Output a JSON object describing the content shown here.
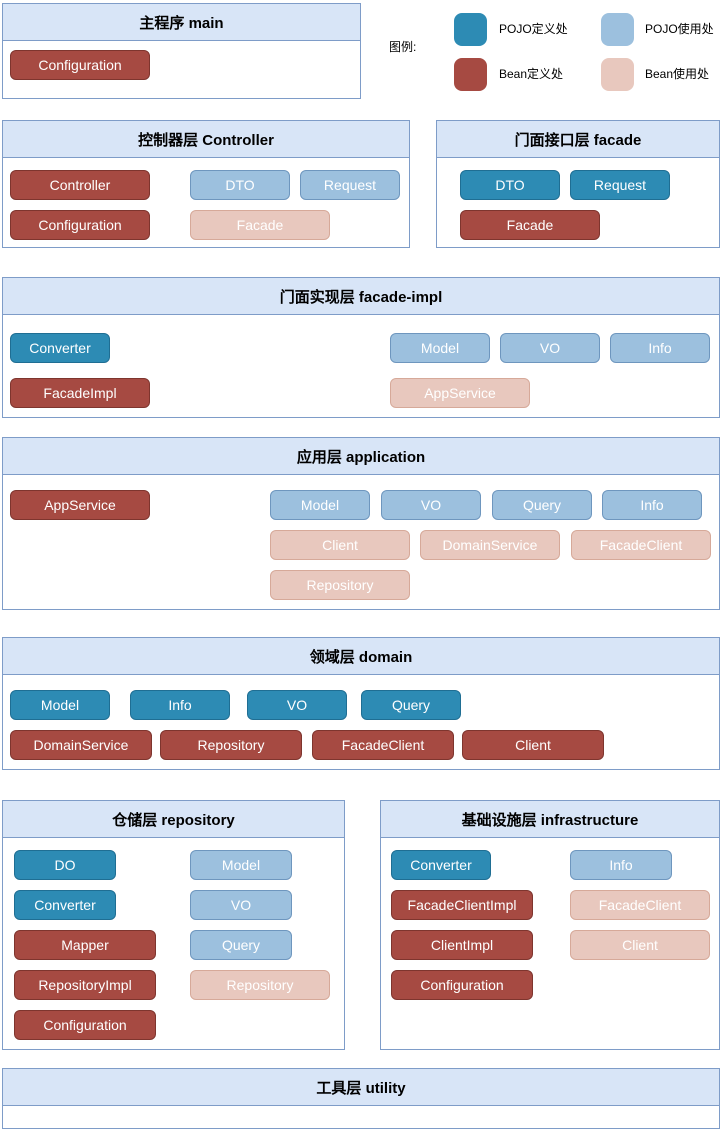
{
  "legend": {
    "label": "图例:",
    "items": [
      {
        "label": "POJO定义处",
        "type": "pojo-def",
        "color": "#2D8BB4"
      },
      {
        "label": "POJO使用处",
        "type": "pojo-use",
        "color": "#9CC0DE"
      },
      {
        "label": "Bean定义处",
        "type": "bean-def",
        "color": "#A64A42"
      },
      {
        "label": "Bean使用处",
        "type": "bean-use",
        "color": "#E8C8BE"
      }
    ]
  },
  "colors": {
    "header_bg": "#D8E5F7",
    "box_border": "#7E9CC8",
    "pojo_def": "#2D8BB4",
    "pojo_use": "#9CC0DE",
    "bean_def": "#A64A42",
    "bean_use": "#E8C8BE"
  },
  "layers": [
    {
      "id": "main",
      "title": "主程序 main",
      "chips": [
        {
          "label": "Configuration",
          "type": "bean-def"
        }
      ]
    },
    {
      "id": "controller",
      "title": "控制器层 Controller",
      "chips": [
        {
          "label": "Controller",
          "type": "bean-def"
        },
        {
          "label": "DTO",
          "type": "pojo-use"
        },
        {
          "label": "Request",
          "type": "pojo-use"
        },
        {
          "label": "Configuration",
          "type": "bean-def"
        },
        {
          "label": "Facade",
          "type": "bean-use"
        }
      ]
    },
    {
      "id": "facade",
      "title": "门面接口层 facade",
      "chips": [
        {
          "label": "DTO",
          "type": "pojo-def"
        },
        {
          "label": "Request",
          "type": "pojo-def"
        },
        {
          "label": "Facade",
          "type": "bean-def"
        }
      ]
    },
    {
      "id": "facade-impl",
      "title": "门面实现层 facade-impl",
      "chips": [
        {
          "label": "Converter",
          "type": "pojo-def"
        },
        {
          "label": "Model",
          "type": "pojo-use"
        },
        {
          "label": "VO",
          "type": "pojo-use"
        },
        {
          "label": "Info",
          "type": "pojo-use"
        },
        {
          "label": "FacadeImpl",
          "type": "bean-def"
        },
        {
          "label": "AppService",
          "type": "bean-use"
        }
      ]
    },
    {
      "id": "application",
      "title": "应用层 application",
      "chips": [
        {
          "label": "AppService",
          "type": "bean-def"
        },
        {
          "label": "Model",
          "type": "pojo-use"
        },
        {
          "label": "VO",
          "type": "pojo-use"
        },
        {
          "label": "Query",
          "type": "pojo-use"
        },
        {
          "label": "Info",
          "type": "pojo-use"
        },
        {
          "label": "Client",
          "type": "bean-use"
        },
        {
          "label": "DomainService",
          "type": "bean-use"
        },
        {
          "label": "FacadeClient",
          "type": "bean-use"
        },
        {
          "label": "Repository",
          "type": "bean-use"
        }
      ]
    },
    {
      "id": "domain",
      "title": "领域层 domain",
      "chips": [
        {
          "label": "Model",
          "type": "pojo-def"
        },
        {
          "label": "Info",
          "type": "pojo-def"
        },
        {
          "label": "VO",
          "type": "pojo-def"
        },
        {
          "label": "Query",
          "type": "pojo-def"
        },
        {
          "label": "DomainService",
          "type": "bean-def"
        },
        {
          "label": "Repository",
          "type": "bean-def"
        },
        {
          "label": "FacadeClient",
          "type": "bean-def"
        },
        {
          "label": "Client",
          "type": "bean-def"
        }
      ]
    },
    {
      "id": "repository",
      "title": "仓储层 repository",
      "chips": [
        {
          "label": "DO",
          "type": "pojo-def"
        },
        {
          "label": "Converter",
          "type": "pojo-def"
        },
        {
          "label": "Mapper",
          "type": "bean-def"
        },
        {
          "label": "RepositoryImpl",
          "type": "bean-def"
        },
        {
          "label": "Configuration",
          "type": "bean-def"
        },
        {
          "label": "Model",
          "type": "pojo-use"
        },
        {
          "label": "VO",
          "type": "pojo-use"
        },
        {
          "label": "Query",
          "type": "pojo-use"
        },
        {
          "label": "Repository",
          "type": "bean-use"
        }
      ]
    },
    {
      "id": "infrastructure",
      "title": "基础设施层 infrastructure",
      "chips": [
        {
          "label": "Converter",
          "type": "pojo-def"
        },
        {
          "label": "FacadeClientImpl",
          "type": "bean-def"
        },
        {
          "label": "ClientImpl",
          "type": "bean-def"
        },
        {
          "label": "Configuration",
          "type": "bean-def"
        },
        {
          "label": "Info",
          "type": "pojo-use"
        },
        {
          "label": "FacadeClient",
          "type": "bean-use"
        },
        {
          "label": "Client",
          "type": "bean-use"
        }
      ]
    },
    {
      "id": "utility",
      "title": "工具层 utility",
      "chips": []
    }
  ]
}
